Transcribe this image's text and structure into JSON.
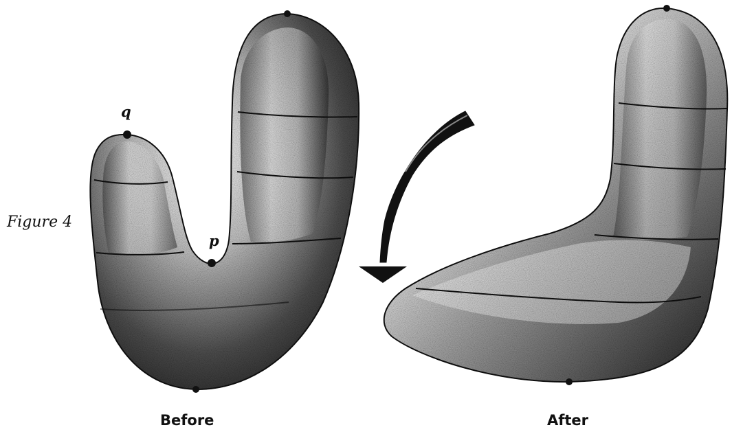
{
  "figure": {
    "label": "Figure 4",
    "point_labels": {
      "q": "q",
      "p": "p"
    },
    "captions": {
      "before": "Before",
      "after": "After"
    },
    "colors": {
      "ink": "#111111",
      "shade_dark": "#1a1a1a",
      "shade_light": "#f2f2f2"
    }
  }
}
